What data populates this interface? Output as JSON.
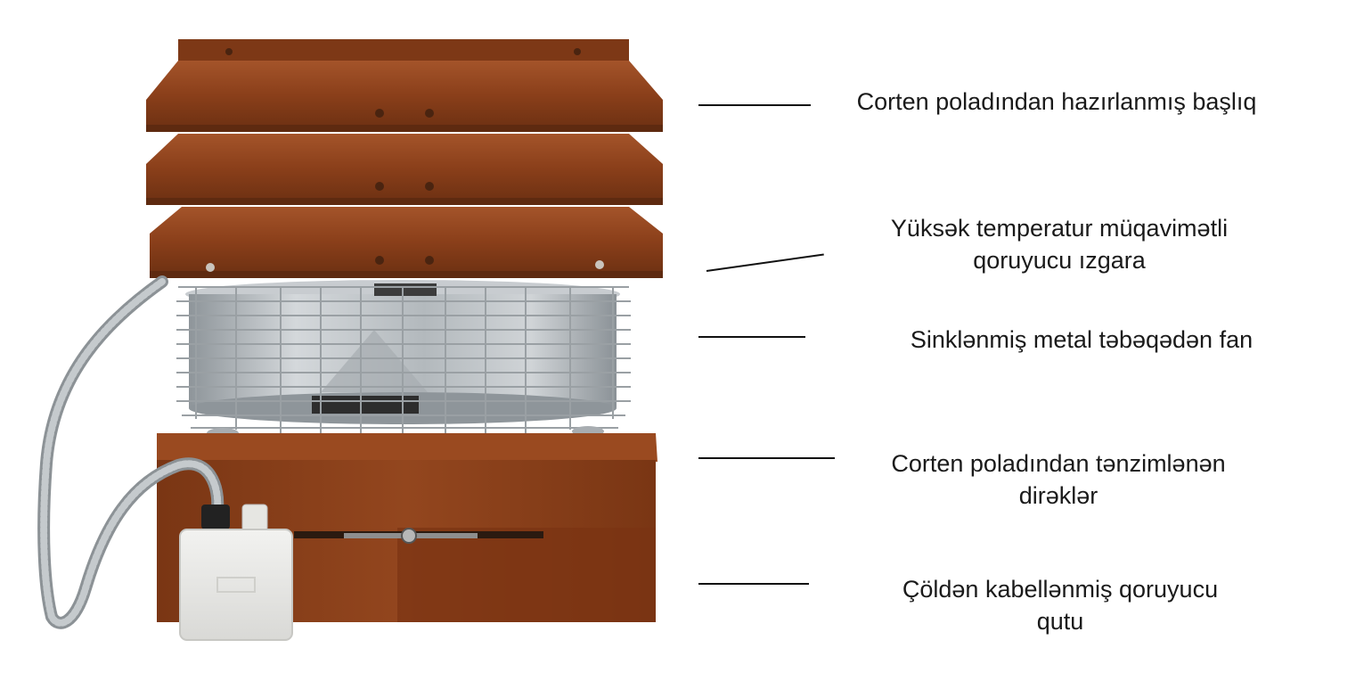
{
  "callouts": [
    {
      "id": "hood",
      "lines": [
        "Corten poladından hazırlanmış başlıq"
      ]
    },
    {
      "id": "grille",
      "lines": [
        "Yüksək temperatur müqavimətli",
        "qoruyucu ızgara"
      ]
    },
    {
      "id": "fan",
      "lines": [
        "Sinklənmiş metal təbəqədən fan"
      ]
    },
    {
      "id": "legs",
      "lines": [
        "Corten poladından tənzimlənən",
        "dirəklər"
      ]
    },
    {
      "id": "box",
      "lines": [
        "Çöldən kabellənmiş qoruyucu",
        "qutu"
      ]
    }
  ],
  "colors": {
    "corten": "#8a3f1a",
    "corten_dark": "#5e2a10",
    "corten_light": "#a4542a",
    "galvanized": "#b9bec2",
    "grille": "#9aa0a4",
    "junction_box": "#e8e8e6",
    "label_text": "#1a1a1a"
  },
  "icons": {
    "product": "chimney-fan-illustration",
    "junction_box": "junction-box-icon",
    "cable": "flexible-conduit-icon"
  }
}
